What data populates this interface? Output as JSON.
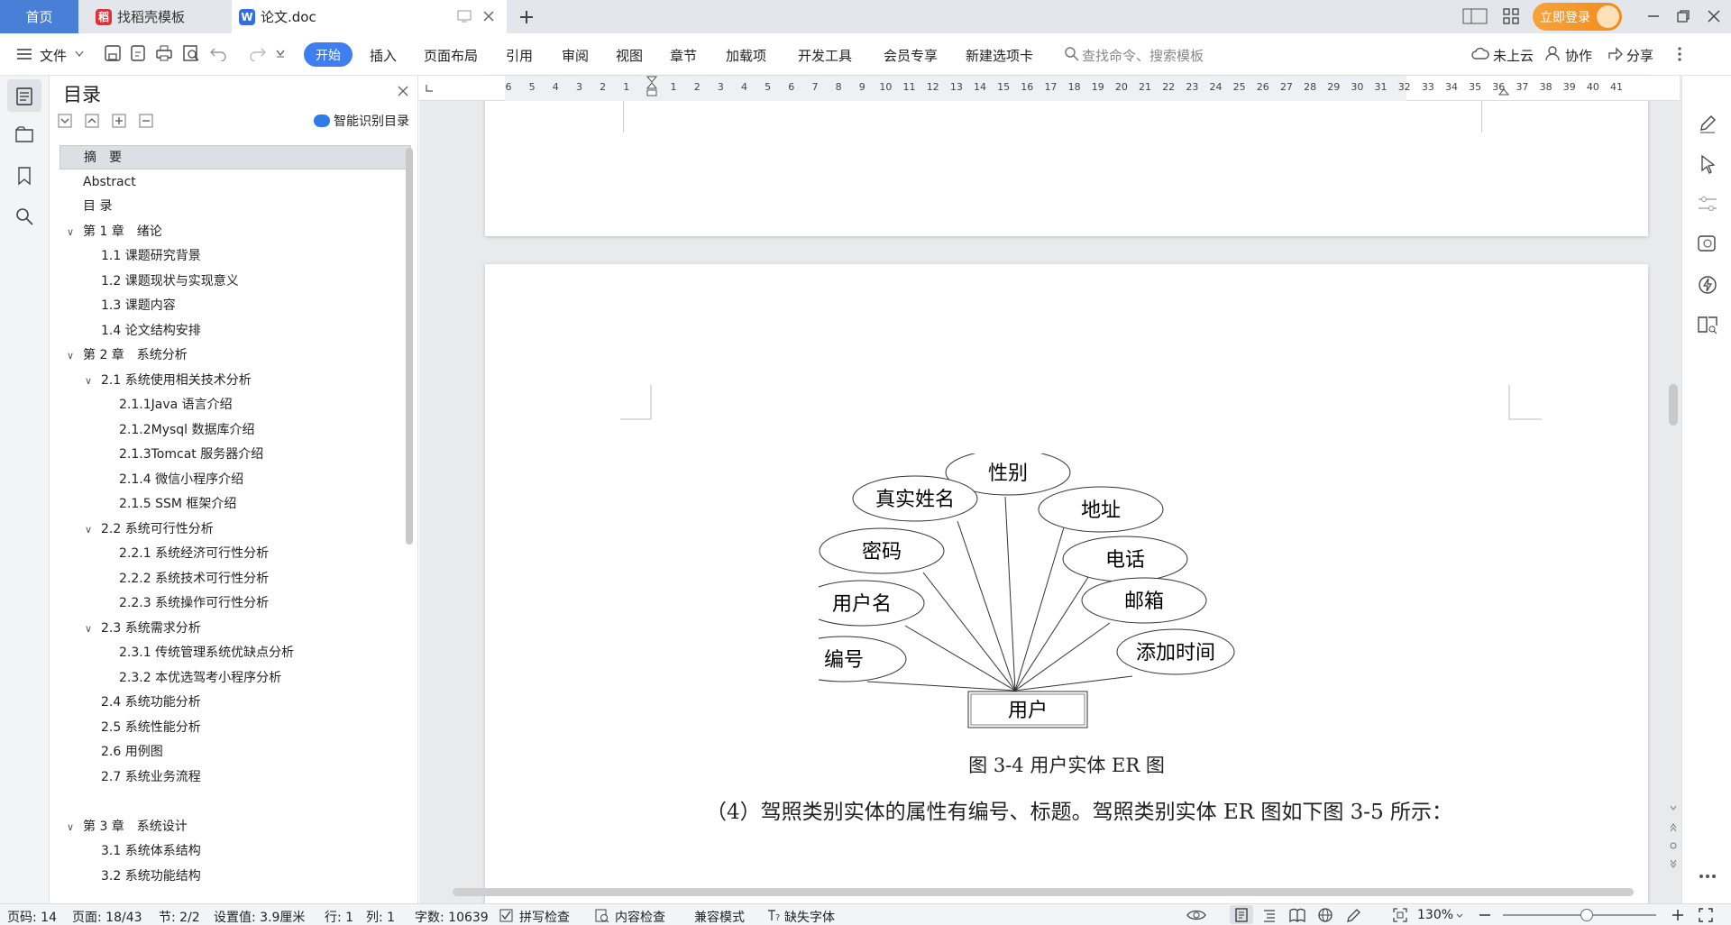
{
  "titlebar": {
    "tab_home": "首页",
    "tab_template": "找稻壳模板",
    "tab_doc": "论文.doc",
    "login": "立即登录"
  },
  "menu": {
    "file": "文件",
    "items": [
      "开始",
      "插入",
      "页面布局",
      "引用",
      "审阅",
      "视图",
      "章节",
      "加载项",
      "开发工具",
      "会员专享",
      "新建选项卡"
    ],
    "search_placeholder": "查找命令、搜索模板",
    "cloud": "未上云",
    "collab": "协作",
    "share": "分享"
  },
  "nav": {
    "title": "目录",
    "ai_toc": "智能识别目录",
    "items": [
      {
        "label": "摘　要",
        "level": 0,
        "selected": true,
        "expander": false
      },
      {
        "label": "Abstract",
        "level": 0,
        "expander": false
      },
      {
        "label": "目 录",
        "level": 0,
        "expander": false
      },
      {
        "label": "第 1 章　绪论",
        "level": 0,
        "expander": true
      },
      {
        "label": "1.1 课题研究背景",
        "level": 1,
        "expander": false
      },
      {
        "label": "1.2 课题现状与实现意义",
        "level": 1,
        "expander": false
      },
      {
        "label": "1.3 课题内容",
        "level": 1,
        "expander": false
      },
      {
        "label": "1.4 论文结构安排",
        "level": 1,
        "expander": false
      },
      {
        "label": "第 2 章　系统分析",
        "level": 0,
        "expander": true
      },
      {
        "label": "2.1 系统使用相关技术分析",
        "level": 1,
        "expander": true
      },
      {
        "label": "2.1.1Java 语言介绍",
        "level": 2,
        "expander": false
      },
      {
        "label": "2.1.2Mysql 数据库介绍",
        "level": 2,
        "expander": false
      },
      {
        "label": "2.1.3Tomcat 服务器介绍",
        "level": 2,
        "expander": false
      },
      {
        "label": "2.1.4 微信小程序介绍",
        "level": 2,
        "expander": false
      },
      {
        "label": "2.1.5 SSM 框架介绍",
        "level": 2,
        "expander": false
      },
      {
        "label": "2.2 系统可行性分析",
        "level": 1,
        "expander": true
      },
      {
        "label": "2.2.1 系统经济可行性分析",
        "level": 2,
        "expander": false
      },
      {
        "label": "2.2.2 系统技术可行性分析",
        "level": 2,
        "expander": false
      },
      {
        "label": "2.2.3 系统操作可行性分析",
        "level": 2,
        "expander": false
      },
      {
        "label": "2.3 系统需求分析",
        "level": 1,
        "expander": true
      },
      {
        "label": "2.3.1 传统管理系统优缺点分析",
        "level": 2,
        "expander": false
      },
      {
        "label": "2.3.2 本优选驾考小程序分析",
        "level": 2,
        "expander": false
      },
      {
        "label": "2.4 系统功能分析",
        "level": 1,
        "expander": false
      },
      {
        "label": "2.5 系统性能分析",
        "level": 1,
        "expander": false
      },
      {
        "label": "2.6 用例图",
        "level": 1,
        "expander": false
      },
      {
        "label": "2.7 系统业务流程",
        "level": 1,
        "expander": false
      },
      {
        "label": "",
        "level": 0,
        "expander": false
      },
      {
        "label": "第 3 章　系统设计",
        "level": 0,
        "expander": true
      },
      {
        "label": "3.1 系统体系结构",
        "level": 1,
        "expander": false
      },
      {
        "label": "3.2 系统功能结构",
        "level": 1,
        "expander": false
      }
    ]
  },
  "ruler": {
    "ticks": [
      "6",
      "5",
      "4",
      "3",
      "2",
      "1",
      "",
      "1",
      "2",
      "3",
      "4",
      "5",
      "6",
      "7",
      "8",
      "9",
      "10",
      "11",
      "12",
      "13",
      "14",
      "15",
      "16",
      "17",
      "18",
      "19",
      "20",
      "21",
      "22",
      "23",
      "24",
      "25",
      "26",
      "27",
      "28",
      "29",
      "30",
      "31",
      "32",
      "33",
      "34",
      "35",
      "36",
      "37",
      "38",
      "39",
      "40",
      "41"
    ]
  },
  "document": {
    "er": {
      "entity": "用户",
      "attributes": [
        "性别",
        "真实姓名",
        "地址",
        "密码",
        "电话",
        "用户名",
        "邮箱",
        "编号",
        "添加时间"
      ]
    },
    "caption": "图 3-4 用户实体 ER 图",
    "paragraph": "（4）驾照类别实体的属性有编号、标题。驾照类别实体 ER 图如下图 3-5 所示："
  },
  "status": {
    "page_code": "页码: 14",
    "pages": "页面: 18/43",
    "section": "节: 2/2",
    "setting": "设置值: 3.9厘米",
    "row": "行: 1",
    "col": "列: 1",
    "words": "字数: 10639",
    "spell": "拼写检查",
    "content_check": "内容检查",
    "compat": "兼容模式",
    "missing_font": "缺失字体",
    "zoom": "130%"
  },
  "colors": {
    "accent": "#3f7ef0",
    "home_tab": "#4a7fd8",
    "login": "#f28b1a"
  }
}
